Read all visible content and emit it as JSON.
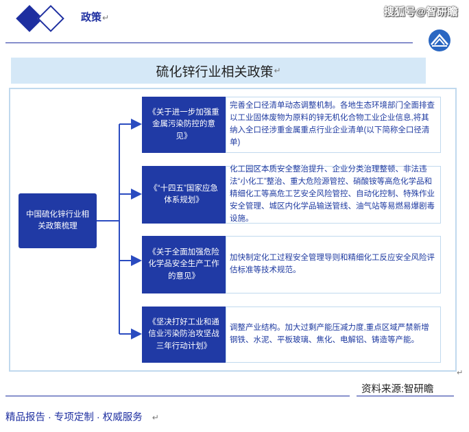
{
  "header": {
    "section_title": "政策",
    "paragraph_mark": "↵",
    "watermark": "搜狐号@智研瞻"
  },
  "diagram": {
    "title": "硫化锌行业相关政策",
    "root": "中国硫化锌行业相关政策梳理",
    "branches": [
      {
        "policy": "《关于进一步加强重金属污染防控的意见》",
        "description": "完善全口径清单动态调整机制。各地生态环境部门全面排查以工业固体废物为原料的锌无机化合物工业企业信息,将其纳入全口径涉重金属重点行业企业清单(以下简称全口径清单)"
      },
      {
        "policy": "《“十四五”国家应急体系规划》",
        "description": "化工园区本质安全整治提升、企业分类治理整顿、非法违法“小化工”整治、重大危险源管控、硝酸铵等高危化学品和精细化工等高危工艺安全风险管控、自动化控制、特殊作业安全管理、城区内化学品输送管线、油气站等易燃易爆剧毒设施。"
      },
      {
        "policy": "《关于全面加强危险化学品安全生产工作的意见》",
        "description": "加快制定化工过程安全管理导则和精细化工反应安全风险评估标准等技术规范。"
      },
      {
        "policy": "《坚决打好工业和通信业污染防治攻坚战三年行动计划》",
        "description": "调整产业结构。加大过剩产能压减力度,重点区域严禁新增钢铁、水泥、平板玻璃、焦化、电解铝、铸造等产能。"
      }
    ]
  },
  "source": "资料来源:智研瞻",
  "footer": "精品报告 · 专项定制 · 权威服务",
  "colors": {
    "brand_blue": "#203aa5",
    "title_bar": "#d5e8f7",
    "frame_border": "#c0d9ee",
    "description_text": "#1e3aa0"
  }
}
